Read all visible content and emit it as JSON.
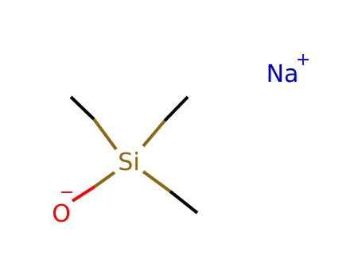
{
  "molecule": {
    "atoms": {
      "si": {
        "symbol": "Si",
        "color": "#8B6914"
      },
      "o": {
        "symbol": "O",
        "charge": "−",
        "color": "#FF0000"
      },
      "na": {
        "symbol": "Na",
        "charge": "+",
        "color": "#0000CC"
      }
    },
    "bond_color_carbon": "#000000"
  }
}
